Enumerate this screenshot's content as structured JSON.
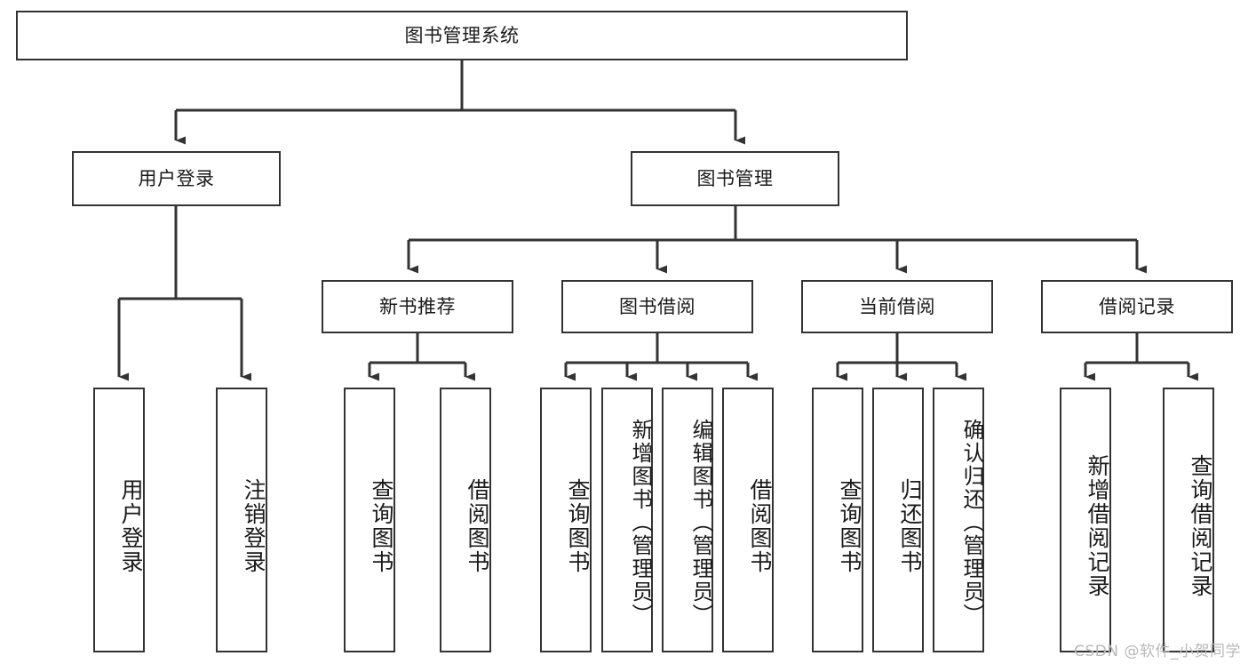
{
  "diagram": {
    "title": "图书管理系统",
    "type": "tree",
    "root": {
      "label": "图书管理系统",
      "children": [
        {
          "label": "用户登录",
          "children": [
            {
              "label": "用户登录"
            },
            {
              "label": "注销登录"
            }
          ]
        },
        {
          "label": "图书管理",
          "children": [
            {
              "label": "新书推荐",
              "children": [
                {
                  "label": "查询图书"
                },
                {
                  "label": "借阅图书"
                }
              ]
            },
            {
              "label": "图书借阅",
              "children": [
                {
                  "label": "查询图书"
                },
                {
                  "label": "新增图书（管理员）"
                },
                {
                  "label": "编辑图书（管理员）"
                },
                {
                  "label": "借阅图书"
                }
              ]
            },
            {
              "label": "当前借阅",
              "children": [
                {
                  "label": "查询图书"
                },
                {
                  "label": "归还图书"
                },
                {
                  "label": "确认归还（管理员）"
                }
              ]
            },
            {
              "label": "借阅记录",
              "children": [
                {
                  "label": "新增借阅记录"
                },
                {
                  "label": "查询借阅记录"
                }
              ]
            }
          ]
        }
      ]
    }
  },
  "nodes": {
    "root": "图书管理系统",
    "l1_user_login": "用户登录",
    "l1_book_manage": "图书管理",
    "l2_new_book": "新书推荐",
    "l2_borrow": "图书借阅",
    "l2_current": "当前借阅",
    "l2_record": "借阅记录",
    "leaf_user_login": "用户登录",
    "leaf_logout": "注销登录",
    "leaf_nb_query": "查询图书",
    "leaf_nb_borrow": "借阅图书",
    "leaf_bw_query": "查询图书",
    "leaf_bw_add": "新增图书（管理员）",
    "leaf_bw_edit": "编辑图书（管理员）",
    "leaf_bw_borrow": "借阅图书",
    "leaf_cur_query": "查询图书",
    "leaf_cur_return": "归还图书",
    "leaf_cur_confirm": "确认归还（管理员）",
    "leaf_rec_add": "新增借阅记录",
    "leaf_rec_query": "查询借阅记录"
  },
  "watermark": "CSDN @软件_小贺同学",
  "colors": {
    "stroke": "#333333",
    "background": "#ffffff",
    "text": "#1a1a1a",
    "watermark": "#b9b9b9"
  }
}
